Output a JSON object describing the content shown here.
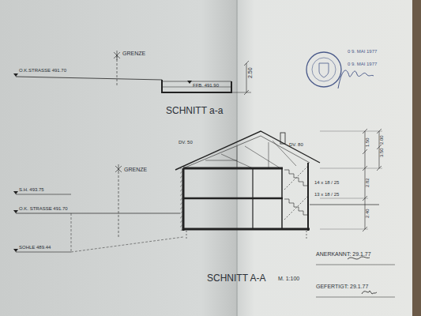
{
  "diagram": {
    "labels": [
      "GRENZE",
      "O.K.STRASSE 491.70",
      "FFB. 491.90",
      "2.50",
      "SCHNITT a-a",
      "0 9. MAI 1977",
      "0 9. MAI 1977",
      "DV. 50",
      "DV. 80",
      "GRENZE",
      "2.00",
      "1.50",
      "3.50",
      "2.82",
      "2.40",
      "14 x 18 / 25",
      "13 x 18 / 25",
      "S.H. 493.75",
      "O.K. STRASSE 491.70",
      "SOHLE 489.44",
      "SCHNITT A-A",
      "M. 1:100",
      "ANERKANNT: 29.1.77",
      "GEFERTIGT: 29.1.77"
    ]
  }
}
